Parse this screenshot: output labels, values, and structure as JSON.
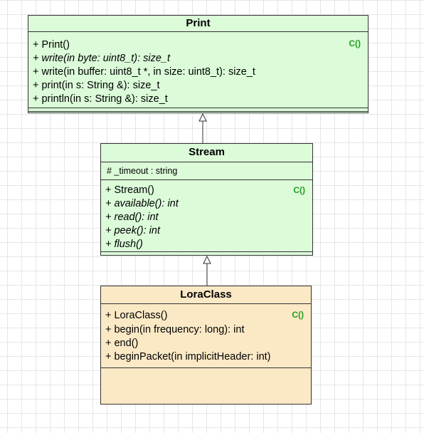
{
  "classes": {
    "print": {
      "name": "Print",
      "badge": "C()",
      "methods": [
        {
          "text": "+ Print()",
          "italic": false
        },
        {
          "text": "+ write(in byte: uint8_t): size_t",
          "italic": true
        },
        {
          "text": "+ write(in buffer: uint8_t *, in size: uint8_t): size_t",
          "italic": false
        },
        {
          "text": "+ print(in s: String &): size_t",
          "italic": false
        },
        {
          "text": "+ println(in s: String &): size_t",
          "italic": false
        }
      ]
    },
    "stream": {
      "name": "Stream",
      "badge": "C()",
      "attributes": [
        "# _timeout : string"
      ],
      "methods": [
        {
          "text": "+ Stream()",
          "italic": false
        },
        {
          "text": "+ available(): int",
          "italic": true
        },
        {
          "text": "+ read(): int",
          "italic": true
        },
        {
          "text": "+ peek(): int",
          "italic": true
        },
        {
          "text": "+ flush()",
          "italic": true
        }
      ]
    },
    "lora": {
      "name": "LoraClass",
      "badge": "C()",
      "methods": [
        {
          "text": "+ LoraClass()",
          "italic": false
        },
        {
          "text": "+ begin(in frequency: long): int",
          "italic": false
        },
        {
          "text": "+ end()",
          "italic": false
        },
        {
          "text": "+ beginPacket(in implicitHeader: int)",
          "italic": false
        }
      ]
    }
  },
  "relations": [
    {
      "from": "Stream",
      "to": "Print",
      "type": "generalization"
    },
    {
      "from": "LoraClass",
      "to": "Stream",
      "type": "generalization"
    }
  ],
  "colors": {
    "class_green": "#dbfbd9",
    "class_tan": "#fbe9c6",
    "badge": "#22a022",
    "border": "#333333"
  }
}
